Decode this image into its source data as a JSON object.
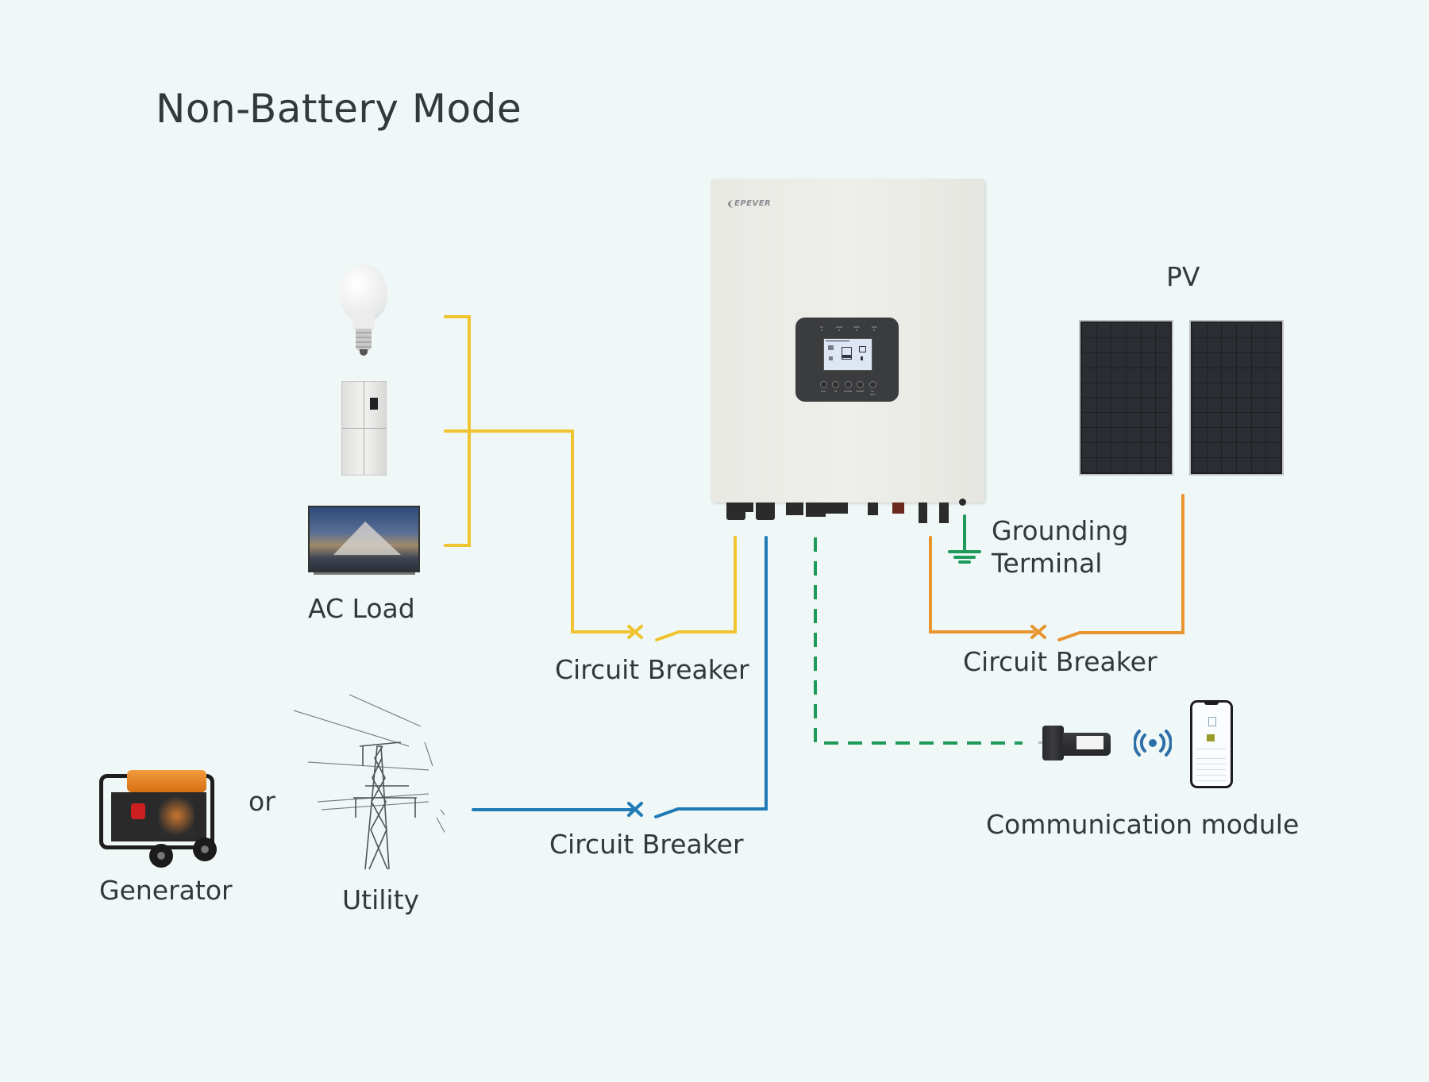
{
  "title": "Non-Battery Mode",
  "labels": {
    "ac_load": "AC Load",
    "pv": "PV",
    "grounding_terminal_line1": "Grounding",
    "grounding_terminal_line2": "Terminal",
    "circuit_breaker_ac_load": "Circuit Breaker",
    "circuit_breaker_grid": "Circuit Breaker",
    "circuit_breaker_pv": "Circuit Breaker",
    "communication_module": "Communication module",
    "generator": "Generator",
    "or": "or",
    "utility": "Utility"
  },
  "inverter": {
    "brand": "EPEVER",
    "indicators": [
      "PV",
      "LOAD",
      "GRID",
      "RUN"
    ],
    "buttons": [
      "ESC",
      "UP",
      "DOWN",
      "ENTER",
      "AC OUT"
    ]
  },
  "ac_loads": [
    "light-bulb",
    "refrigerator",
    "television"
  ],
  "pv_panel_count": 2,
  "connections": [
    {
      "from": "AC Load",
      "to": "Inverter",
      "via": "Circuit Breaker",
      "color": "#f0c430",
      "style": "solid"
    },
    {
      "from": "Generator / Utility",
      "to": "Inverter",
      "via": "Circuit Breaker",
      "color": "#1f7ab5",
      "style": "solid"
    },
    {
      "from": "PV",
      "to": "Inverter",
      "via": "Circuit Breaker",
      "color": "#e8952f",
      "style": "solid"
    },
    {
      "from": "Inverter",
      "to": "Communication module",
      "color": "#1e9a5a",
      "style": "dashed"
    },
    {
      "from": "Inverter",
      "to": "Grounding Terminal",
      "color": "#1e9a5a",
      "style": "solid"
    }
  ],
  "colors": {
    "background": "#eff8f7",
    "text": "#33383a",
    "ac_output": "#f0c430",
    "grid_input": "#1f7ab5",
    "pv_input": "#e8952f",
    "communication": "#1e9a5a",
    "wifi": "#2f6fa8"
  }
}
